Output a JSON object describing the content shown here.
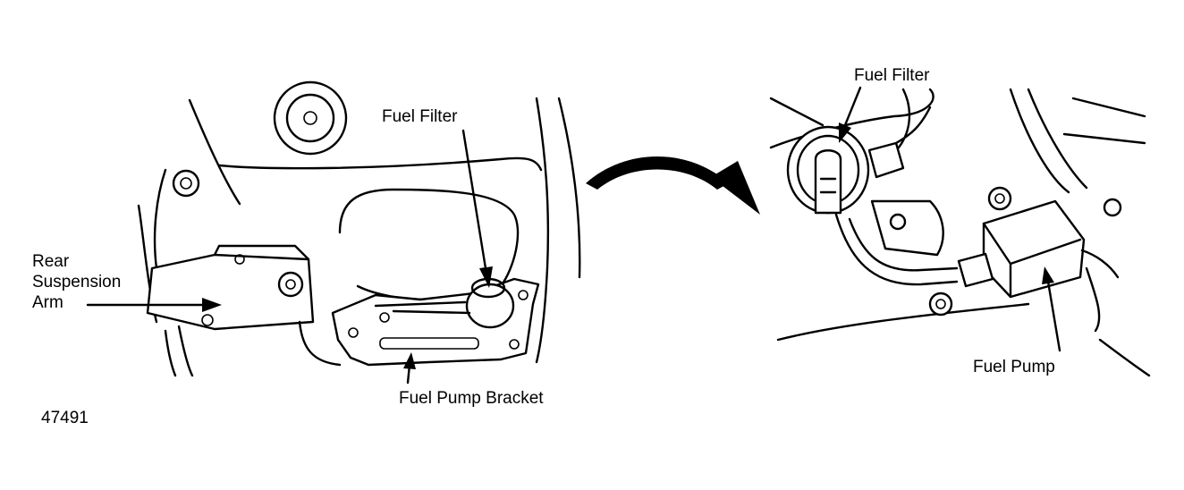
{
  "figure_id": "47491",
  "left_view": {
    "labels": {
      "rear_suspension_arm": [
        "Rear",
        "Suspension",
        "Arm"
      ],
      "fuel_filter": "Fuel Filter",
      "fuel_pump_bracket": "Fuel Pump Bracket"
    }
  },
  "right_view": {
    "labels": {
      "fuel_filter": "Fuel Filter",
      "fuel_pump": "Fuel Pump"
    }
  }
}
